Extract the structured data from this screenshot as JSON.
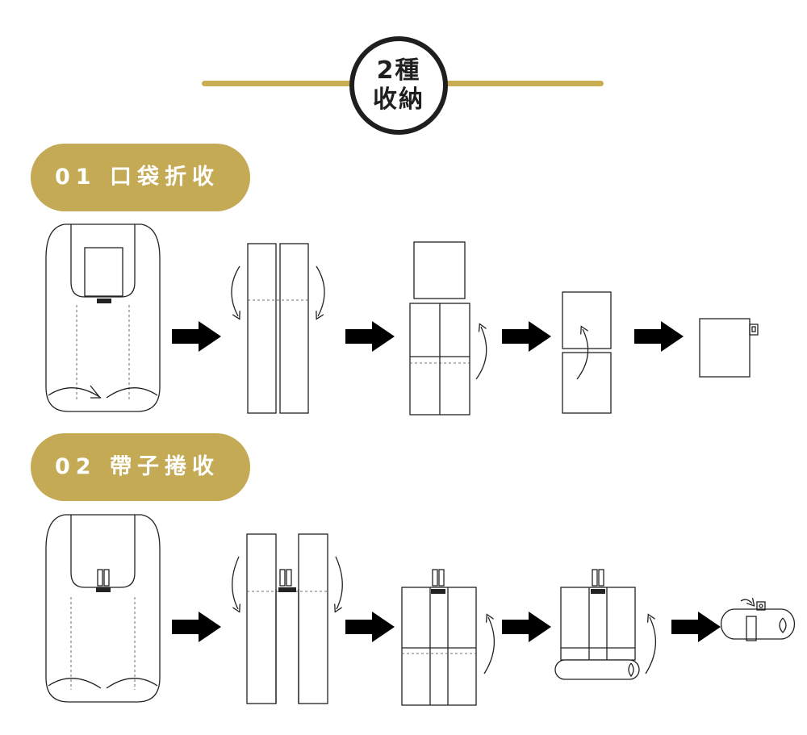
{
  "header": {
    "badge_line1": "2種",
    "badge_line2": "收納"
  },
  "sections": [
    {
      "label": "01 口袋折收"
    },
    {
      "label": "02 帶子捲收"
    }
  ],
  "colors": {
    "gold": "#c4aa55",
    "dark": "#1f1f1f",
    "arrow": "#000000"
  },
  "icons": [
    "arrow-right-icon",
    "fold-arrow-icon"
  ]
}
